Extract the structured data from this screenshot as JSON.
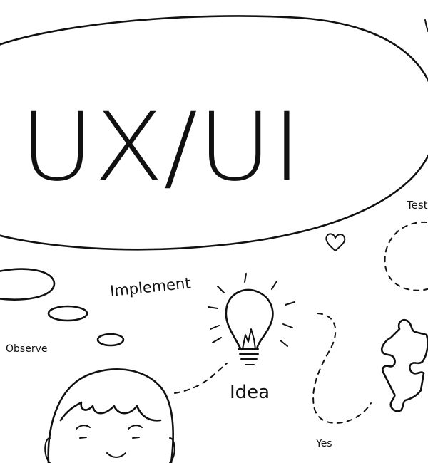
{
  "title": "UX/UI",
  "labels": {
    "implement": "Implement",
    "observe": "Observe",
    "idea": "Idea",
    "yes": "Yes",
    "test": "Test"
  },
  "ink_color": "#111111",
  "background_color": "#ffffff",
  "icons": [
    "thought-bubble",
    "lightbulb",
    "heart",
    "puzzle-piece",
    "boy-face"
  ]
}
